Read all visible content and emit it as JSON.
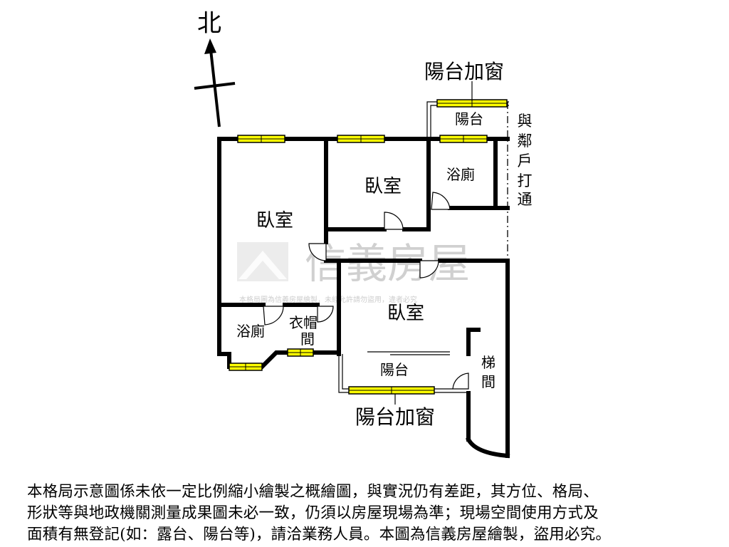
{
  "compass": {
    "north_label": "北"
  },
  "rooms": {
    "bedroom_large": "臥室",
    "bedroom_mid": "臥室",
    "bedroom_center": "臥室",
    "bath_upper": "浴廁",
    "bath_lower": "浴廁",
    "closet_line1": "衣帽",
    "closet_line2": "間",
    "balcony_upper": "陽台",
    "balcony_lower": "陽台",
    "stairs_line1": "梯",
    "stairs_line2": "間"
  },
  "annotations": {
    "balcony_window_top": "陽台加窗",
    "balcony_window_bottom": "陽台加窗",
    "neighbor_connect": [
      "與",
      "鄰",
      "戶",
      "打",
      "通"
    ]
  },
  "watermark": {
    "brand": "信義房屋",
    "notice": "本格局圖為信義房屋繪製，未經允許請勿盜用，違者必究"
  },
  "disclaimer": [
    "本格局示意圖係未依一定比例縮小繪製之概繪圖，與實況仍有差距，其方位、格局、",
    "形狀等與地政機關測量成果圖未必一致，仍須以房屋現場為準；現場空間使用方式及",
    "面積有無登記(如：露台、陽台等)，請洽業務人員。本圖為信義房屋繪製，盜用必究。"
  ],
  "colors": {
    "window": "#ffff00",
    "wall": "#000000",
    "watermark": "#c8c8c8"
  }
}
